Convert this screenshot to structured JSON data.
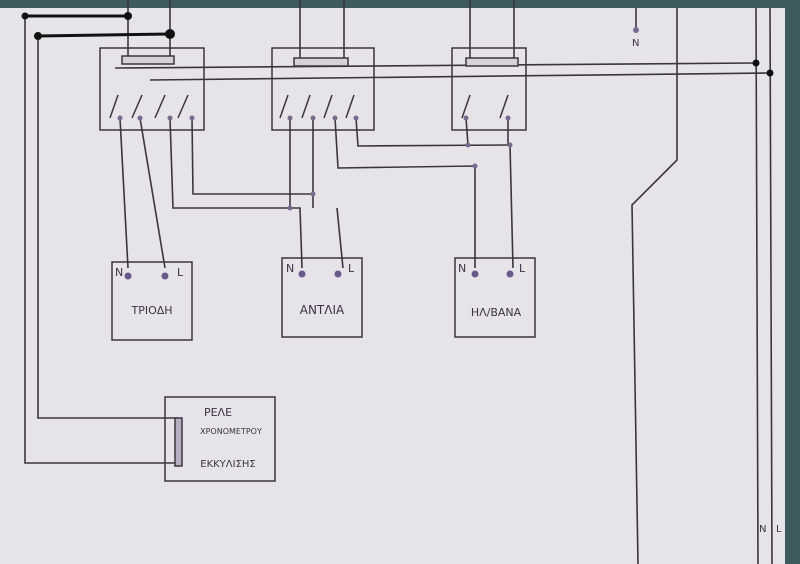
{
  "loads": [
    {
      "name": "ΤΡΙΟΔΗ",
      "n_label": "N",
      "l_label": "L"
    },
    {
      "name": "ΑΝΤΛΙΑ",
      "n_label": "N",
      "l_label": "L"
    },
    {
      "name": "ΗΛ/ΒΑΝΑ",
      "n_label": "N",
      "l_label": "L"
    }
  ],
  "relay": {
    "line1": "ΡΕΛΕ",
    "line2": "ΧΡΟΝΟΜΕΤΡΟΥ",
    "line3": "ΕΚΚΥΛΙΣΗΣ"
  },
  "supply": {
    "top_neutral": "N",
    "bottom_neutral": "N",
    "bottom_live": "L"
  },
  "colors": {
    "paper": "#e6e4e8",
    "ink": "#3b3540",
    "dot": "#6a5a8a",
    "border": "#3d5a5c"
  }
}
